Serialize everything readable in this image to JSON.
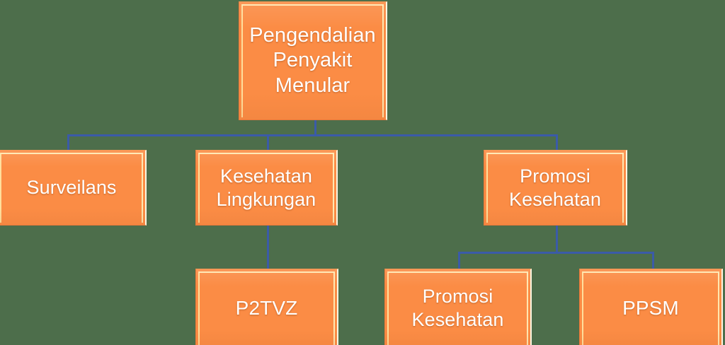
{
  "diagram": {
    "title": "Pengendalian Penyakit Menular",
    "type": "organizational-hierarchy",
    "background_color": "#4d6e4b",
    "node_fill_color": "#fb8c45",
    "node_bevel_color": "#ffe7b0",
    "node_text_color": "#ffffff",
    "connector_color": "#3b5ba8",
    "nodes": {
      "root": {
        "label": "Pengendalian\nPenyakit\nMenular",
        "level": 0
      },
      "surveilans": {
        "label": "Surveilans",
        "level": 1
      },
      "kesehatan_lingkungan": {
        "label": "Kesehatan\nLingkungan",
        "level": 1
      },
      "promosi_kesehatan": {
        "label": "Promosi\nKesehatan",
        "level": 1
      },
      "p2tvz": {
        "label": "P2TVZ",
        "level": 2
      },
      "promosi_kesehatan_sub": {
        "label": "Promosi\nKesehatan",
        "level": 2
      },
      "ppsm": {
        "label": "PPSM",
        "level": 2
      }
    }
  }
}
